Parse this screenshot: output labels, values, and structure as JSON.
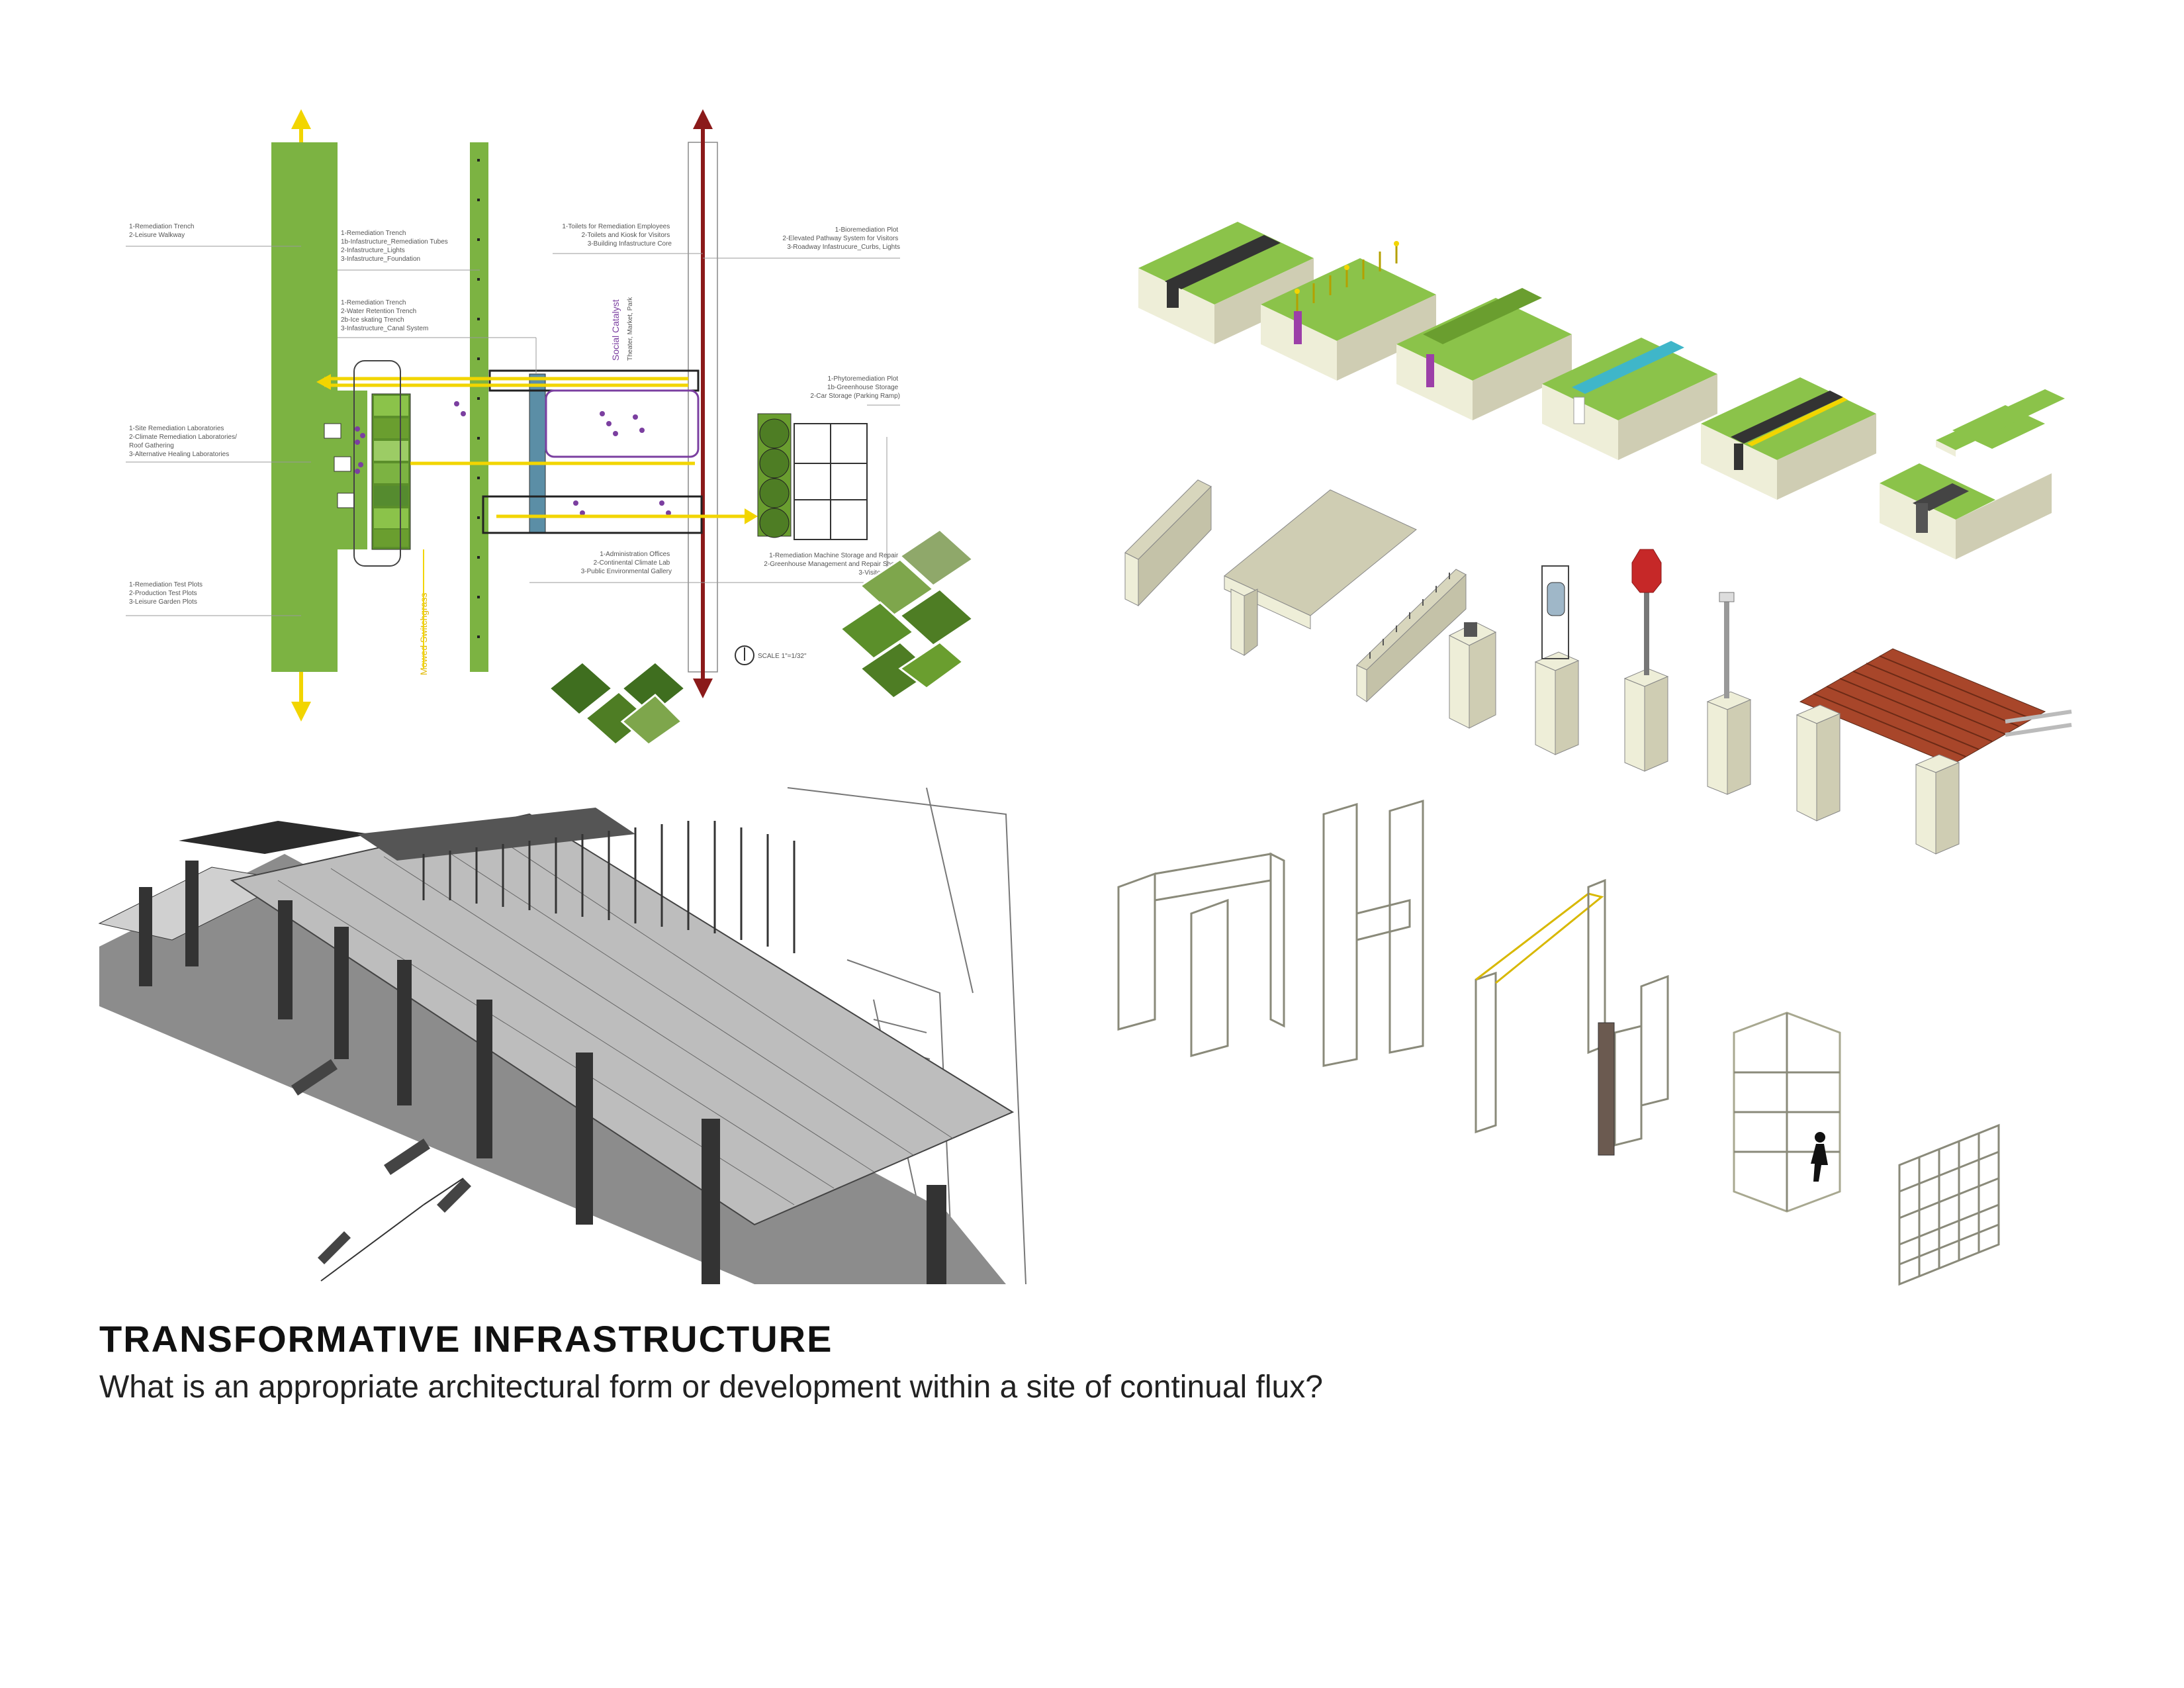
{
  "heading": {
    "title": "TRANSFORMATIVE INFRASTRUCTURE",
    "question": "What is an appropriate architectural form or development within a site of continual flux?"
  },
  "plan": {
    "labels": {
      "left_1": [
        "1-Remediation Trench",
        "2-Leisure Walkway"
      ],
      "left_2": [
        "1-Site Remediation Laboratories",
        "2-Climate Remediation Laboratories/",
        "Roof Gathering",
        "3-Alternative Healing Laboratories"
      ],
      "left_3": [
        "1-Remediation Test Plots",
        "2-Production Test Plots",
        "3-Leisure Garden Plots"
      ],
      "mid_1": [
        "1-Remediation Trench",
        "1b-Infastructure_Remediation Tubes",
        "2-Infastructure_Lights",
        "3-Infastructure_Foundation"
      ],
      "mid_2": [
        "1-Remediation Trench",
        "2-Water Retention Trench",
        "2b-Ice skating Trench",
        "3-Infastructure_Canal System"
      ],
      "center_1": [
        "1-Toilets for Remediation Employees",
        "2-Toilets and Kiosk for Visitors",
        "3-Building Infastructure Core"
      ],
      "center_2": [
        "1-Administration Offices",
        "2-Continental Climate Lab",
        "3-Public Environmental Gallery"
      ],
      "right_1": [
        "1-Bioremediation Plot",
        "2-Elevated Pathway System for Visitors",
        "3-Roadway Infastrucure_Curbs, Lights"
      ],
      "right_2": [
        "1-Phytoremediation Plot",
        "1b-Greenhouse Storage",
        "2-Car Storage (Parking Ramp)"
      ],
      "right_3": [
        "1-Remediation Machine Storage and Repair",
        "2-Greenhouse Management and Repair Shop",
        "3-Visitor Shop"
      ]
    },
    "vertical_labels": {
      "social": "Social Catalyst",
      "social_sub": "Theater, Market, Park",
      "switchgrass": "Mowed Switchgrass"
    },
    "scale": "SCALE 1\"=1/32\""
  },
  "colors": {
    "grass": "#7cb342",
    "grass_dark": "#4e7d24",
    "concrete": "#e8e6cf",
    "concrete_side": "#cfcdb3",
    "yellow_arrow": "#f2d500",
    "red_arrow": "#8b1a1a",
    "purple": "#7b3fa0",
    "blue_channel": "#3fb6c9",
    "deck_wood": "#a8462a",
    "beacon_red": "#c62828"
  }
}
